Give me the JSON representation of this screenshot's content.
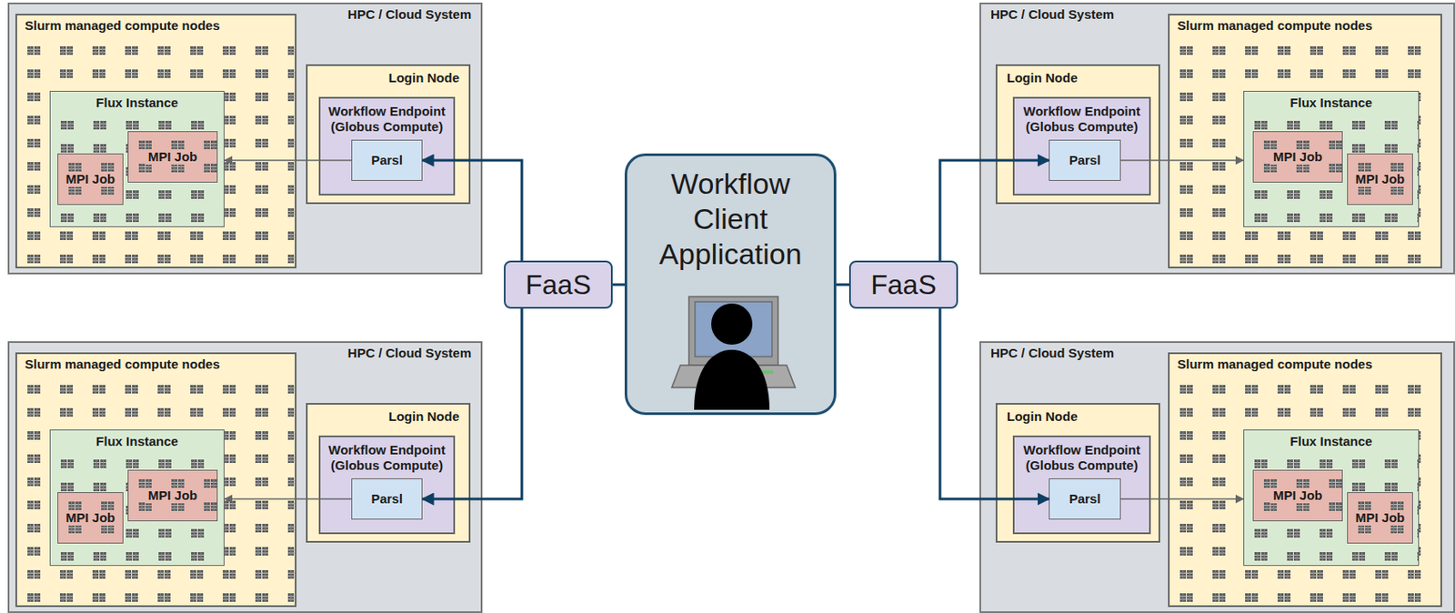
{
  "diagram": {
    "nodes": [
      {
        "text": [
          "HPC / Cloud System"
        ]
      },
      {
        "text": [
          "Slurm managed compute nodes"
        ],
        "in": 0
      },
      {
        "text": [
          "Flux Instance"
        ],
        "in": 1
      },
      {
        "text": [
          "MPI Job"
        ],
        "in": 2
      },
      {
        "text": [
          "MPI Job"
        ],
        "in": 2
      },
      {
        "text": [
          "Login Node"
        ],
        "in": 0
      },
      {
        "text": [
          "Workflow Endpoint (Globus Compute)"
        ],
        "in": 5
      },
      {
        "text": [
          "Parsl"
        ],
        "in": 6
      },
      {
        "text": [
          "HPC / Cloud System"
        ]
      },
      {
        "text": [
          "Login Node"
        ],
        "in": 8
      },
      {
        "text": [
          "Workflow Endpoint (Globus Compute)"
        ],
        "in": 9
      },
      {
        "text": [
          "Parsl"
        ],
        "in": 10
      },
      {
        "text": [
          "Slurm managed compute nodes"
        ],
        "in": 8
      },
      {
        "text": [
          "Flux Instance"
        ],
        "in": 12
      },
      {
        "text": [
          "MPI Job"
        ],
        "in": 13
      },
      {
        "text": [
          "MPI Job"
        ],
        "in": 13
      },
      {
        "text": [
          "FaaS"
        ]
      },
      {
        "text": [
          "Workflow Client Application"
        ]
      },
      {
        "text": [
          "FaaS"
        ]
      },
      {
        "text": [
          "HPC / Cloud System"
        ]
      },
      {
        "text": [
          "Slurm managed compute nodes"
        ],
        "in": 19
      },
      {
        "text": [
          "Flux Instance"
        ],
        "in": 20
      },
      {
        "text": [
          "MPI Job"
        ],
        "in": 21
      },
      {
        "text": [
          "MPI Job"
        ],
        "in": 21
      },
      {
        "text": [
          "Login Node"
        ],
        "in": 19
      },
      {
        "text": [
          "Workflow Endpoint (Globus Compute)"
        ],
        "in": 24
      },
      {
        "text": [
          "Parsl"
        ],
        "in": 25
      },
      {
        "text": [
          "HPC / Cloud System"
        ]
      },
      {
        "text": [
          "Login Node"
        ],
        "in": 27
      },
      {
        "text": [
          "Workflow Endpoint (Globus Compute)"
        ],
        "in": 28
      },
      {
        "text": [
          "Parsl"
        ],
        "in": 29
      },
      {
        "text": [
          "Slurm managed compute nodes"
        ],
        "in": 27
      },
      {
        "text": [
          "Flux Instance"
        ],
        "in": 31
      },
      {
        "text": [
          "MPI Job"
        ],
        "in": 32
      },
      {
        "text": [
          "MPI Job"
        ],
        "in": 32
      }
    ],
    "edges": [
      {
        "from": 16,
        "to": 7,
        "arrow": "to"
      },
      {
        "from": 16,
        "to": 26,
        "arrow": "to"
      },
      {
        "from": 18,
        "to": 11,
        "arrow": "to"
      },
      {
        "from": 18,
        "to": 30,
        "arrow": "to"
      },
      {
        "from": 17,
        "to": 16,
        "arrow": "none"
      },
      {
        "from": 17,
        "to": 18,
        "arrow": "none"
      },
      {
        "from": 7,
        "to": 2,
        "arrow": "to"
      },
      {
        "from": 11,
        "to": 13,
        "arrow": "to"
      },
      {
        "from": 26,
        "to": 21,
        "arrow": "to"
      },
      {
        "from": 30,
        "to": 32,
        "arrow": "to"
      }
    ]
  }
}
